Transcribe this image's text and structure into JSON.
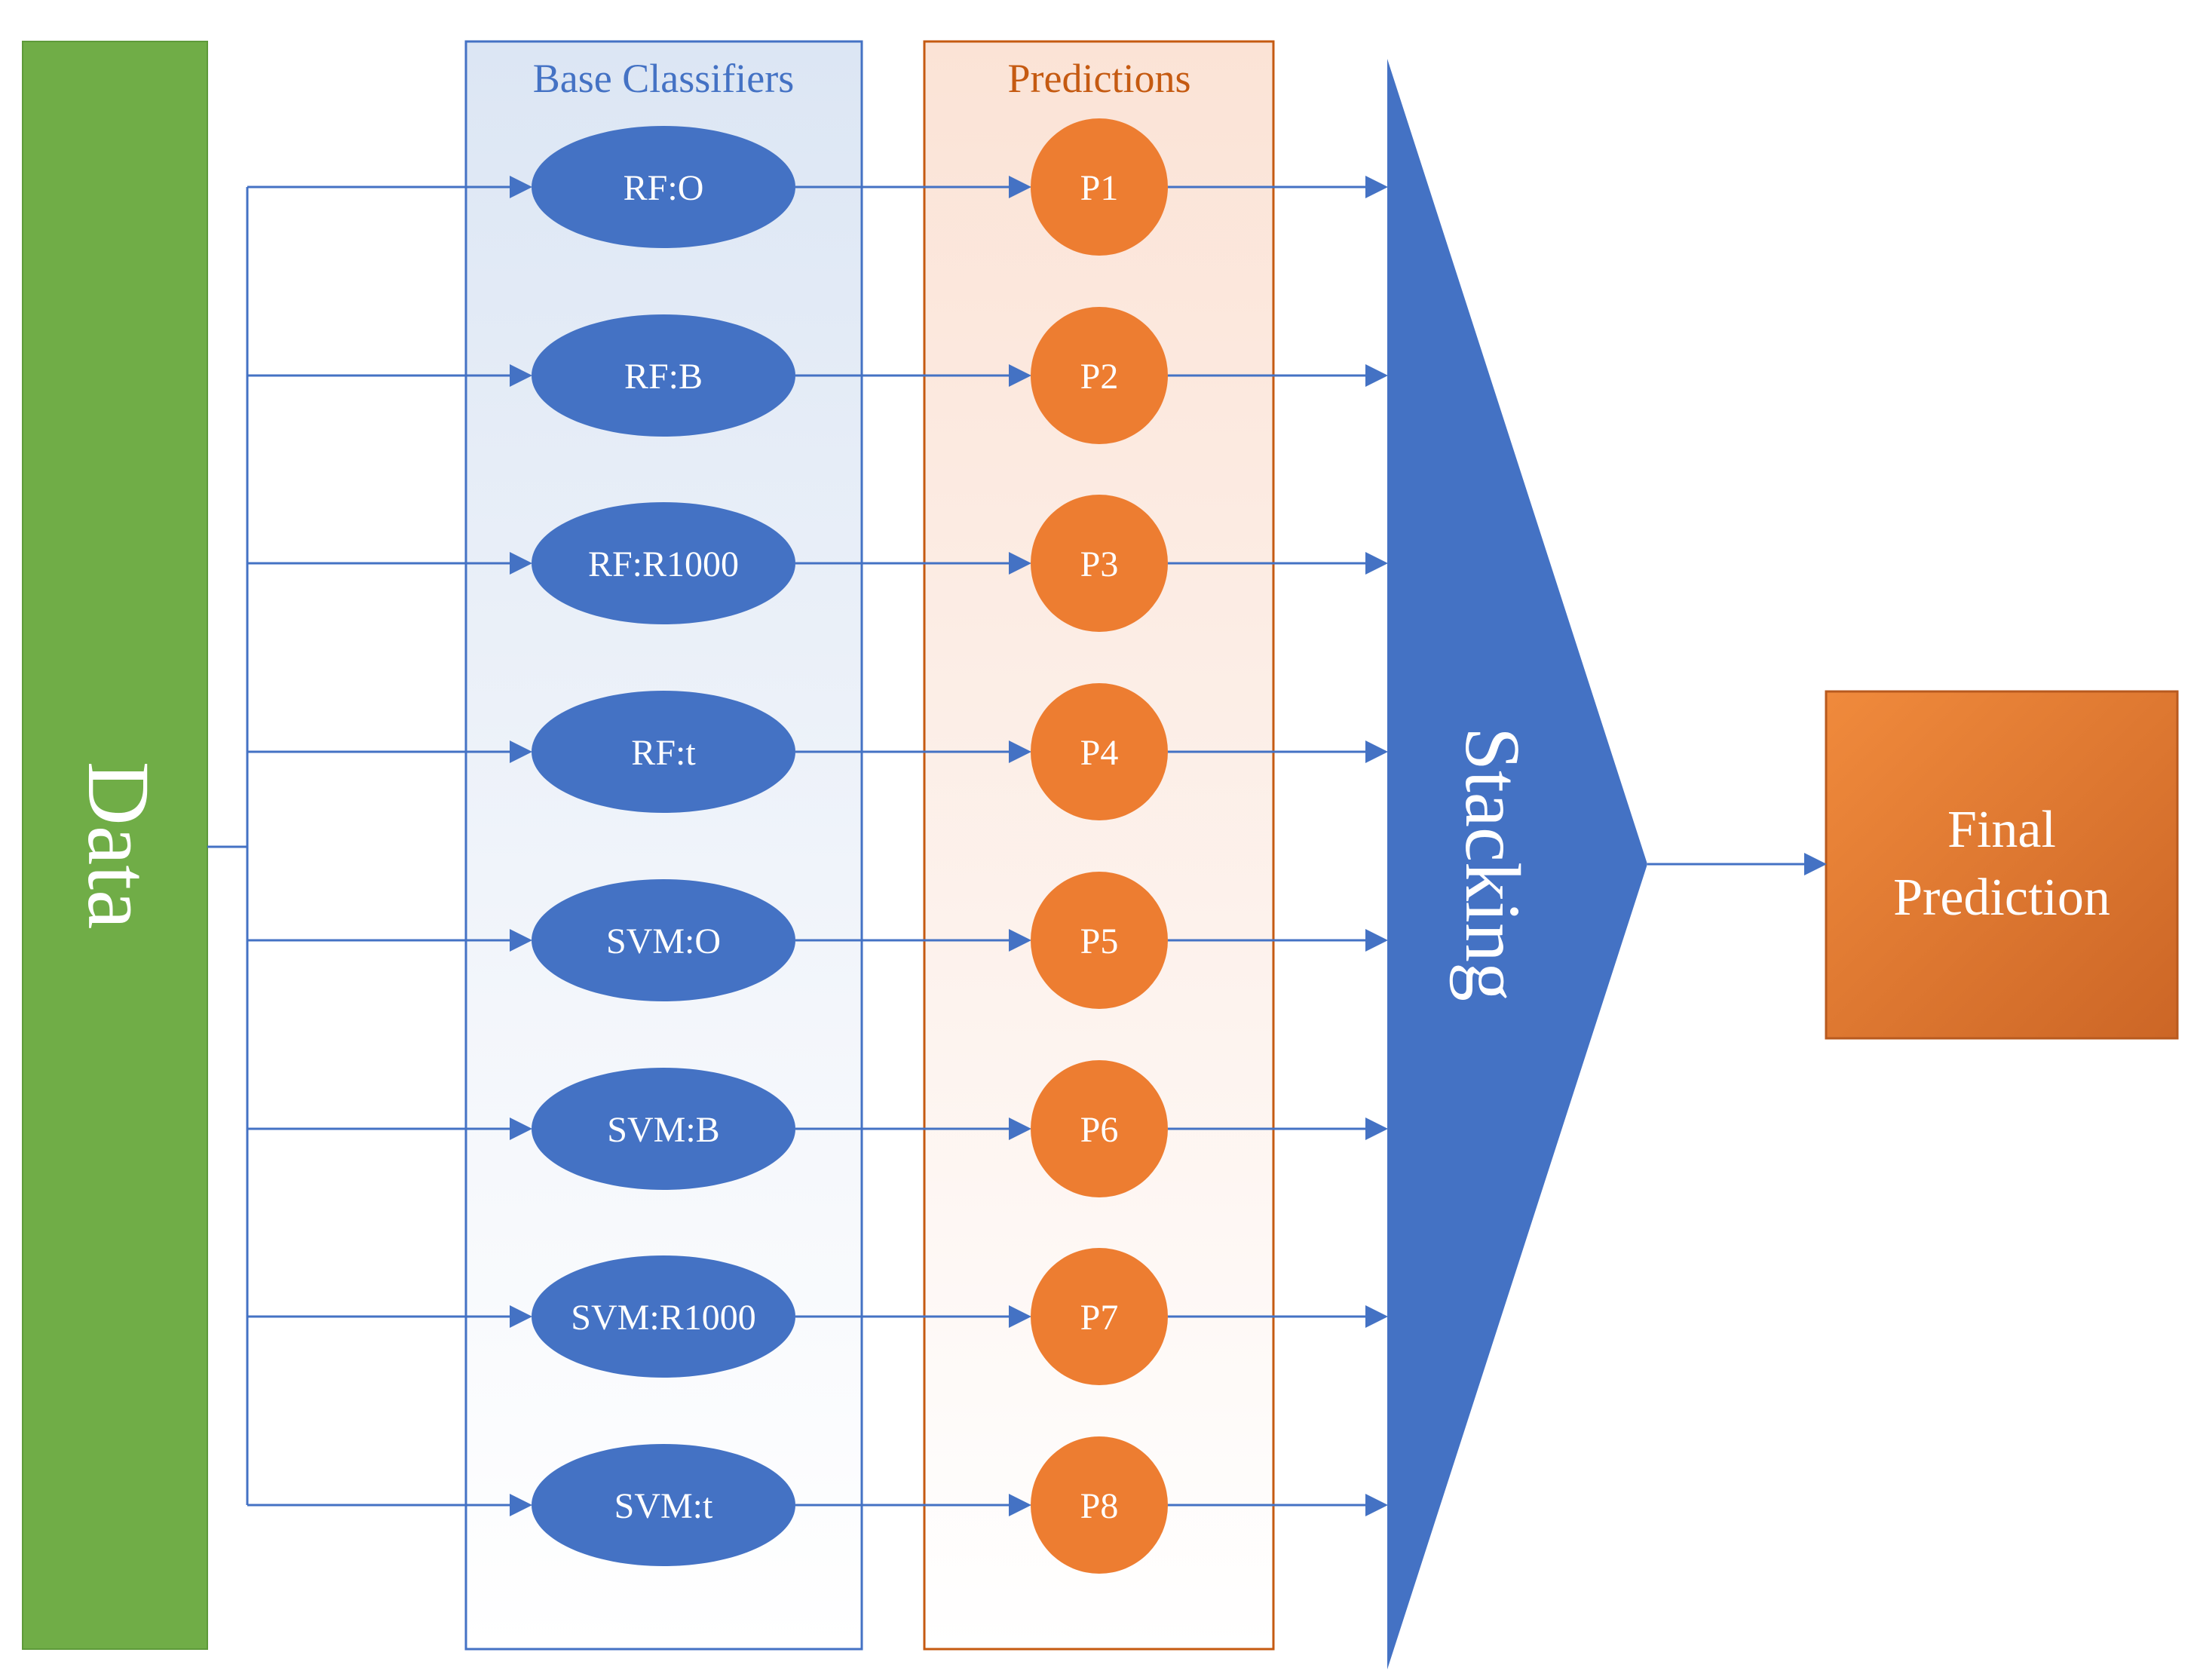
{
  "data_block": {
    "label": "Data",
    "color": "#70AD47"
  },
  "classifiers": {
    "title": "Base Classifiers",
    "title_color": "#4472C4",
    "border_color": "#4472C4",
    "node_color": "#4472C4",
    "items": [
      "RF:O",
      "RF:B",
      "RF:R1000",
      "RF:t",
      "SVM:O",
      "SVM:B",
      "SVM:R1000",
      "SVM:t"
    ]
  },
  "predictions": {
    "title": "Predictions",
    "title_color": "#C55A11",
    "border_color": "#C55A11",
    "node_color": "#ED7D31",
    "items": [
      "P1",
      "P2",
      "P3",
      "P4",
      "P5",
      "P6",
      "P7",
      "P8"
    ]
  },
  "stacking": {
    "label": "Stacking",
    "color": "#4472C4"
  },
  "final": {
    "line1": "Final",
    "line2": "Prediction",
    "color": "#E07A32"
  },
  "arrow_color": "#4472C4"
}
